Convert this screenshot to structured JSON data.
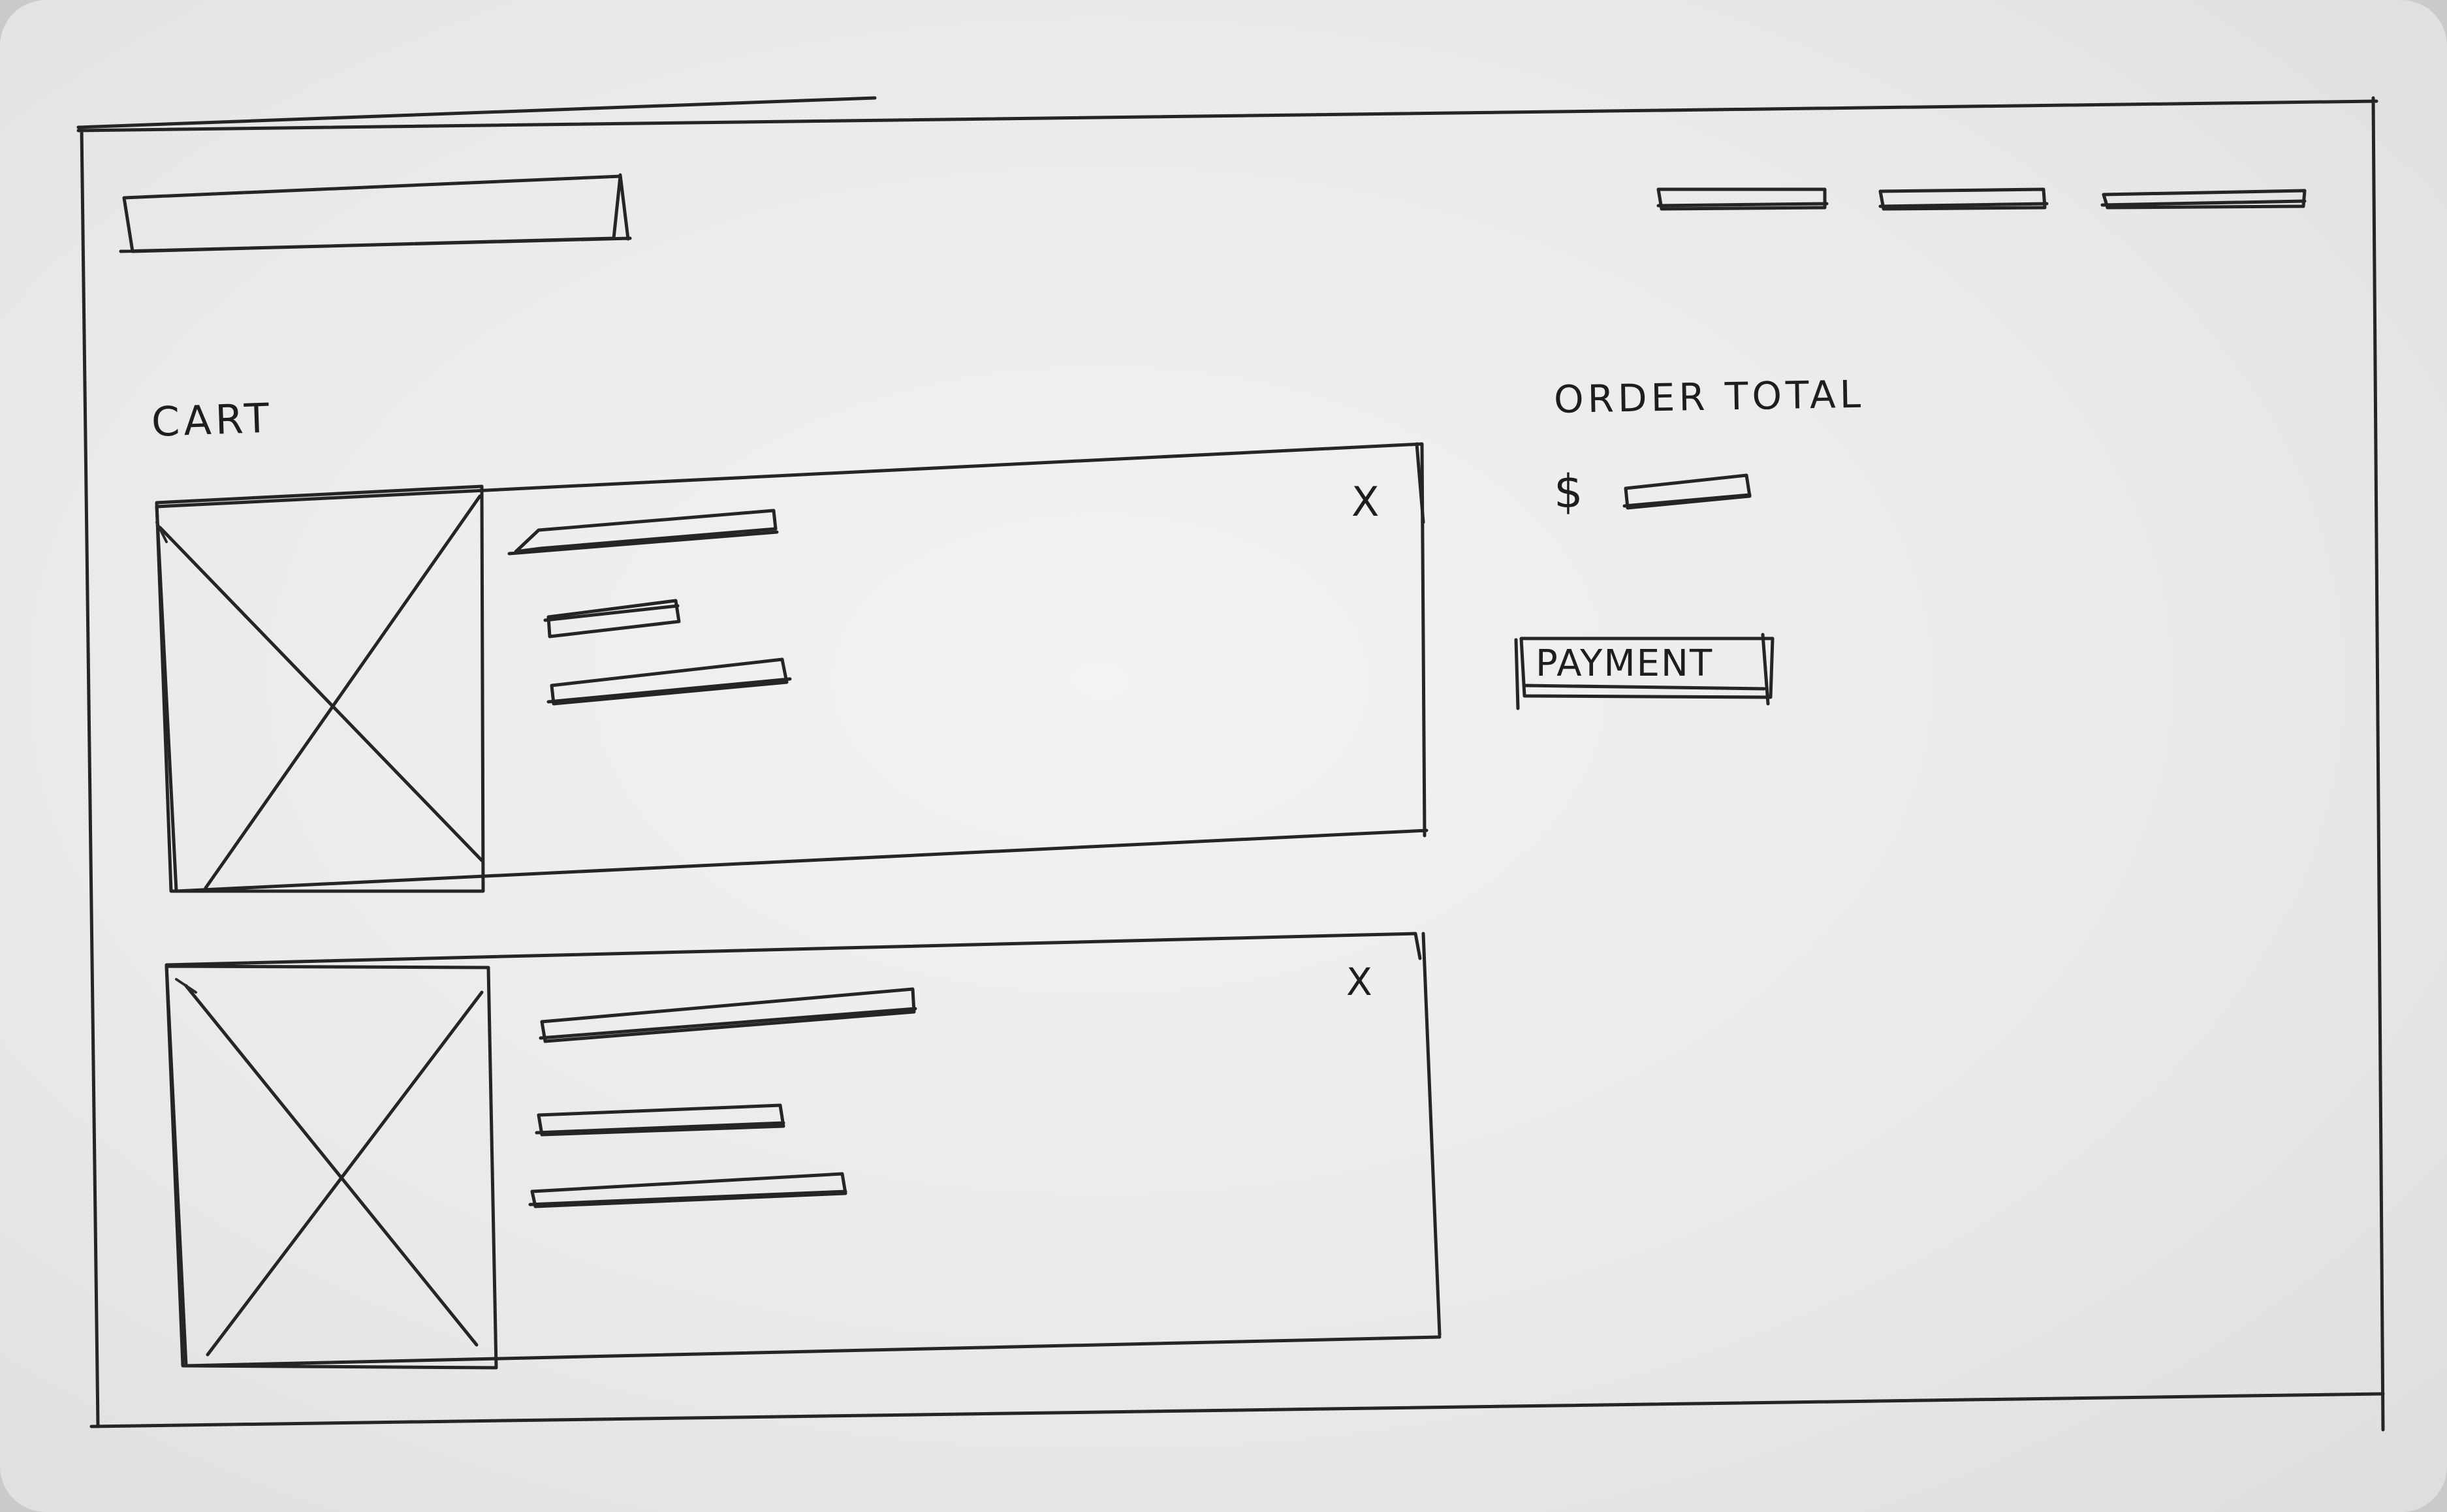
{
  "cart": {
    "heading": "CART",
    "items": [
      {
        "remove_label": "X",
        "image_placeholder": "image-placeholder"
      },
      {
        "remove_label": "X",
        "image_placeholder": "image-placeholder"
      }
    ]
  },
  "order_summary": {
    "title": "ORDER TOTAL",
    "currency_symbol": "$",
    "payment_button_label": "PAYMENT"
  },
  "header": {
    "nav_link_count": 3
  },
  "colors": {
    "ink": "#252525",
    "paper": "#eceded"
  }
}
